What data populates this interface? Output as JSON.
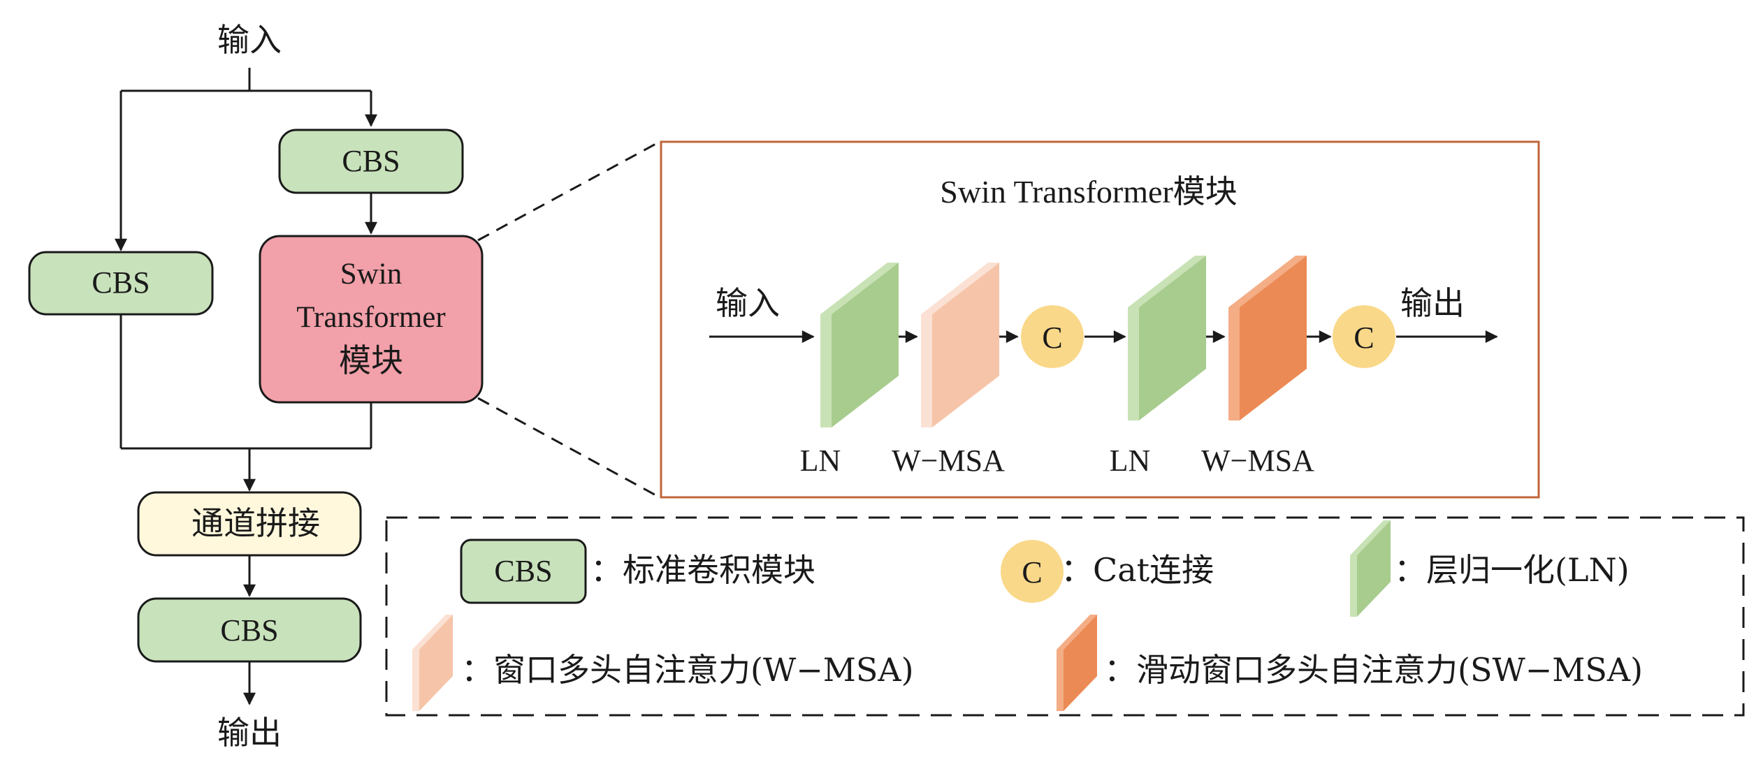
{
  "colors": {
    "cbs_fill": "#c8e2bb",
    "swin_fill": "#f2a0a9",
    "concat_fill": "#fff8dc",
    "c_circle": "#f9d889",
    "ln_front": "#a8cc8e",
    "ln_side": "#c8e2b5",
    "wmsa_front": "#f6c5a9",
    "wmsa_side": "#fbe1d3",
    "swmsa_front": "#ec8a55",
    "swmsa_side": "#f4ad85",
    "detail_border": "#c0663a",
    "stroke": "#1a1a1a"
  },
  "left": {
    "input_label": "输入",
    "cbs_top": "CBS",
    "cbs_left": "CBS",
    "swin_line1": "Swin",
    "swin_line2": "Transformer",
    "swin_line3": "模块",
    "concat_label": "通道拼接",
    "cbs_bottom": "CBS",
    "output_label": "输出"
  },
  "detail": {
    "title": "Swin Transformer模块",
    "input_label": "输入",
    "output_label": "输出",
    "c1": "C",
    "c2": "C",
    "labels": [
      "LN",
      "W−MSA",
      "LN",
      "W−MSA"
    ]
  },
  "legend": {
    "cbs_box": "CBS",
    "cbs_desc": "：标准卷积模块",
    "c_symbol": "C",
    "c_desc": "：Cat连接",
    "ln_desc": "：层归一化(LN)",
    "wmsa_desc": "：窗口多头自注意力(W−MSA)",
    "swmsa_desc": "：滑动窗口多头自注意力(SW−MSA)"
  }
}
